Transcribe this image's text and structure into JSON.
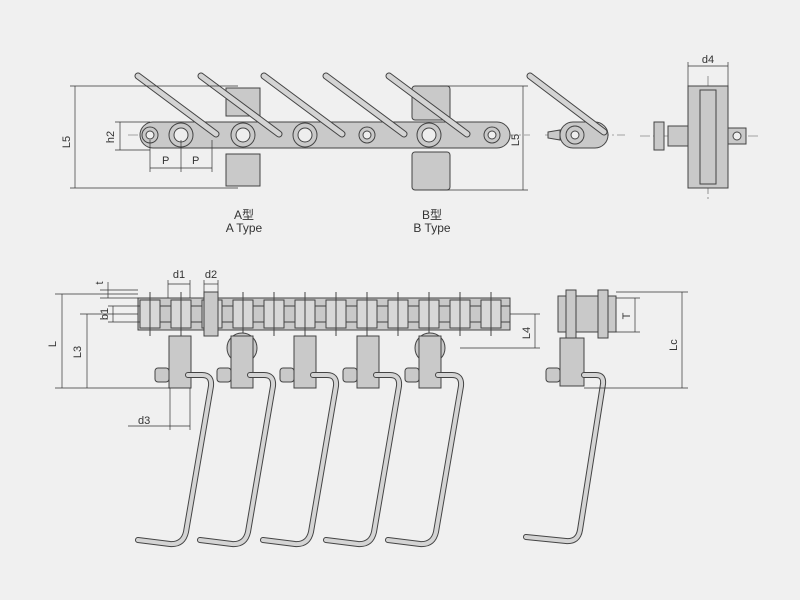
{
  "labels": {
    "type_a_cn": "A型",
    "type_a_en": "A Type",
    "type_b_cn": "B型",
    "type_b_en": "B Type"
  },
  "dimensions": {
    "L5": "L5",
    "L5_b": "L5",
    "h2": "h2",
    "P1": "P",
    "P2": "P",
    "d4": "d4",
    "t": "t",
    "d1": "d1",
    "d2": "d2",
    "b1": "b1",
    "L": "L",
    "L3": "L3",
    "L4": "L4",
    "T": "T",
    "Lc": "Lc",
    "d3": "d3"
  },
  "colors": {
    "background": "#f0f0f0",
    "part_fill": "#c9c9c9",
    "outline": "#444444"
  }
}
